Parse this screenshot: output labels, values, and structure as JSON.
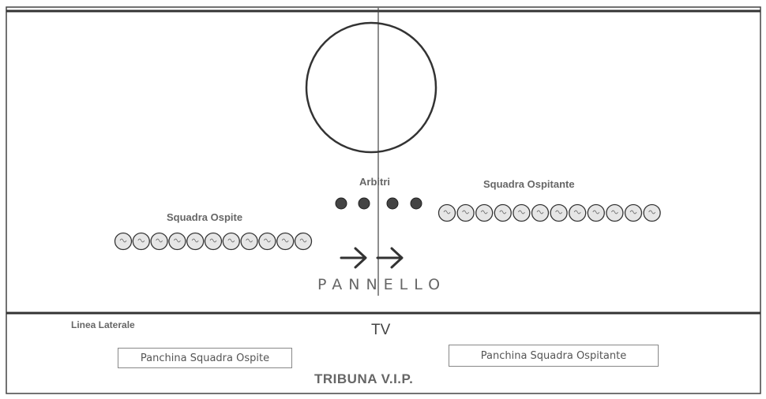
{
  "labels": {
    "arbitri": "Arbitri",
    "squadra_ospitante": "Squadra Ospitante",
    "squadra_ospite": "Squadra Ospite",
    "pannello": "PANNELLO",
    "linea_laterale": "Linea Laterale",
    "tv": "TV",
    "tribuna": "TRIBUNA V.I.P.",
    "panchina_ospite": "Panchina Squadra Ospite",
    "panchina_ospitante": "Panchina Squadra Ospitante"
  },
  "counts": {
    "referees": 4,
    "home_players": 12,
    "away_players": 11,
    "arrows": 2
  },
  "colors": {
    "line": "#333333",
    "player_fill": "#e6e6e6",
    "referee_fill": "#444444"
  }
}
